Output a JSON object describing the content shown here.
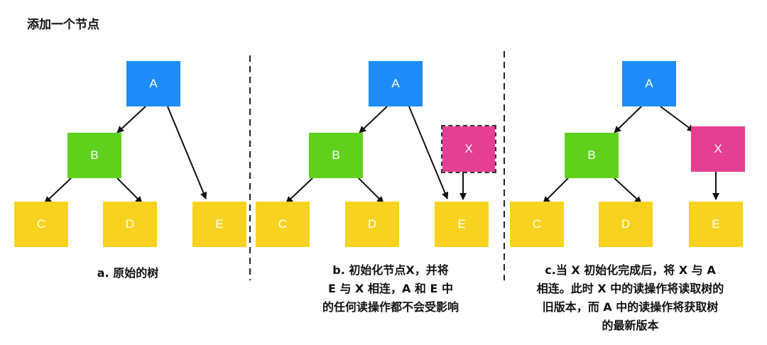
{
  "title": "添加一个节点",
  "panels": [
    {
      "caption": [
        "a. 原始的树"
      ],
      "nodes": {
        "A": "A",
        "B": "B",
        "C": "C",
        "D": "D",
        "E": "E"
      }
    },
    {
      "caption": [
        "b. 初始化节点X，并将",
        "E 与 X 相连，A 和 E 中",
        "的任何读操作都不会受影响"
      ],
      "nodes": {
        "A": "A",
        "B": "B",
        "C": "C",
        "D": "D",
        "E": "E",
        "X": "X"
      }
    },
    {
      "caption": [
        "c.当 X 初始化完成后，将 X 与 A",
        "相连。此时 X 中的读操作将读取树的",
        "旧版本，而 A 中的读操作将获取树",
        "的最新版本"
      ],
      "nodes": {
        "A": "A",
        "B": "B",
        "C": "C",
        "D": "D",
        "E": "E",
        "X": "X"
      }
    }
  ],
  "colors": {
    "A": "#1d8cf8",
    "B": "#5fd11d",
    "leaf": "#f7d31f",
    "X": "#e43f92"
  }
}
